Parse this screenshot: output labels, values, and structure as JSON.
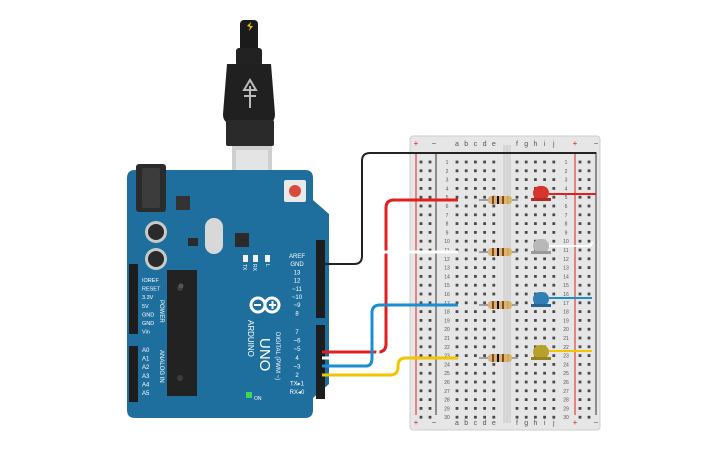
{
  "arduino": {
    "brand": "ARDUINO",
    "model": "UNO",
    "on_label": "ON",
    "tx_label": "TX",
    "rx_label": "RX",
    "l_label": "L",
    "digital_label": "DIGITAL (PWM ~)",
    "power_label": "POWER",
    "analog_label": "ANALOG IN",
    "power_pins": [
      "IOREF",
      "RESET",
      "3.3V",
      "5V",
      "GND",
      "GND",
      "Vin"
    ],
    "analog_pins": [
      "A0",
      "A1",
      "A2",
      "A3",
      "A4",
      "A5"
    ],
    "top_header_pins": [
      "AREF",
      "GND",
      "13",
      "12",
      "~11",
      "~10",
      "~9",
      "8"
    ],
    "bottom_header_pins": [
      "7",
      "~6",
      "~5",
      "4",
      "~3",
      "2",
      "TX▸1",
      "RX◂0"
    ]
  },
  "breadboard": {
    "columns_left": [
      "a",
      "b",
      "c",
      "d",
      "e"
    ],
    "columns_right": [
      "f",
      "g",
      "h",
      "i",
      "j"
    ],
    "row_numbers": [
      "1",
      "2",
      "3",
      "4",
      "5",
      "6",
      "7",
      "8",
      "9",
      "10",
      "11",
      "12",
      "13",
      "14",
      "15",
      "16",
      "17",
      "18",
      "19",
      "20",
      "21",
      "22",
      "23",
      "24",
      "25",
      "26",
      "27",
      "28",
      "29",
      "30"
    ],
    "rail_plus": "+",
    "rail_minus": "−"
  },
  "colors": {
    "board": "#1f6f9e",
    "wire_black": "#222222",
    "wire_red": "#e0201f",
    "wire_white": "#ffffff",
    "wire_blue": "#1a8ed0",
    "wire_yellow": "#f2c500",
    "led_red": "#d9342b",
    "led_white": "#b8b8b8",
    "led_blue": "#2f7fb6",
    "led_yellow": "#b6a12a"
  },
  "leds": [
    {
      "color": "led_red",
      "wire": "wire_red"
    },
    {
      "color": "led_white",
      "wire": "wire_white"
    },
    {
      "color": "led_blue",
      "wire": "wire_blue"
    },
    {
      "color": "led_yellow",
      "wire": "wire_yellow"
    }
  ]
}
